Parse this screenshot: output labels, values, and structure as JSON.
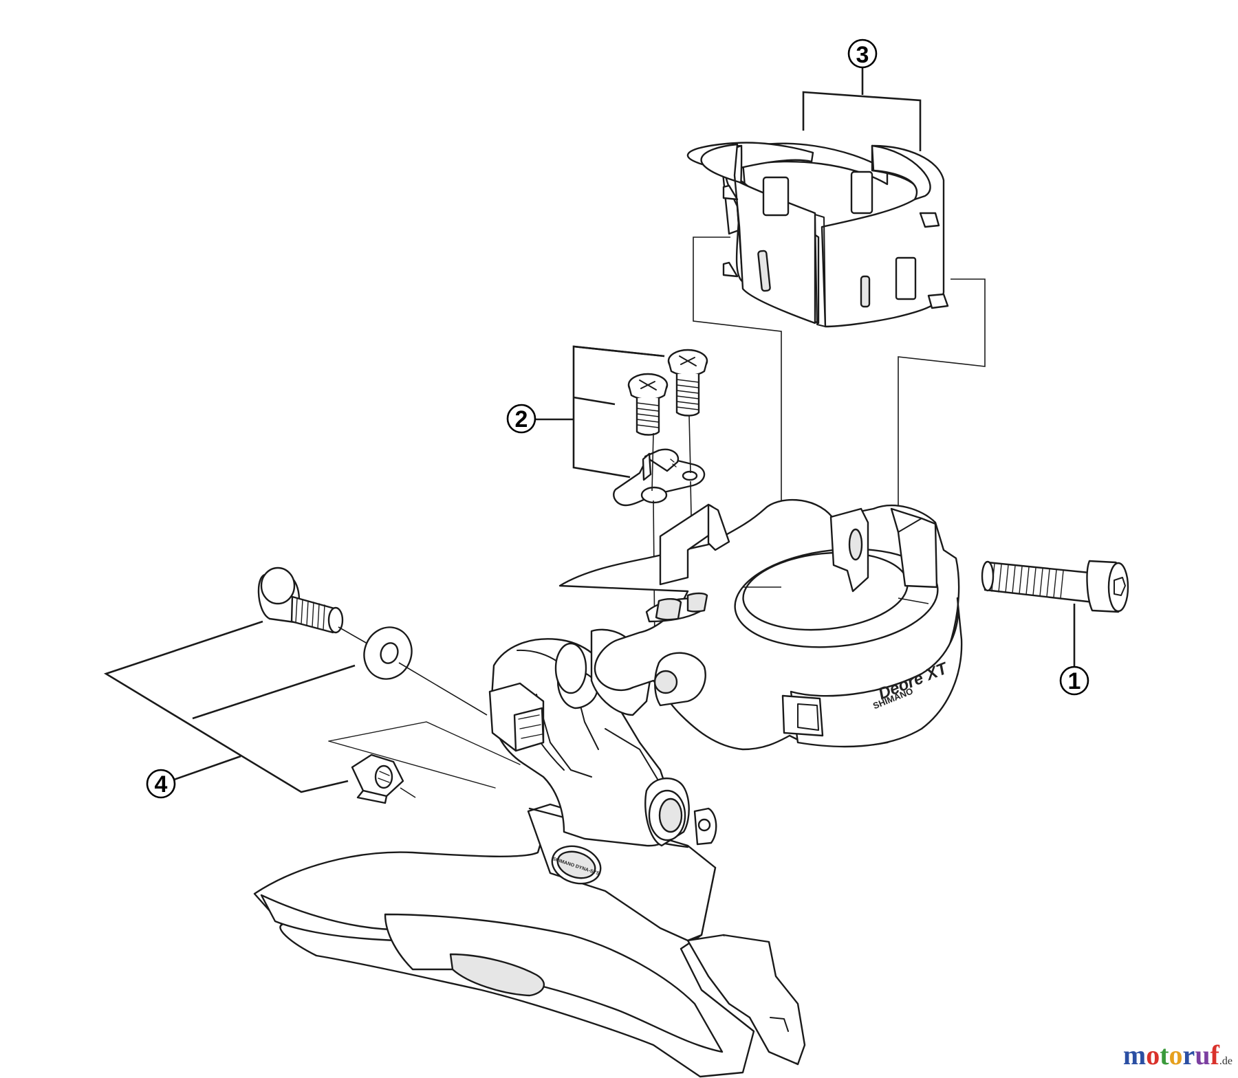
{
  "callouts": [
    {
      "id": "1",
      "label": "1"
    },
    {
      "id": "2",
      "label": "2"
    },
    {
      "id": "3",
      "label": "3"
    },
    {
      "id": "4",
      "label": "4"
    }
  ],
  "product_marking": {
    "brand": "SHIMANO",
    "model": "Deore XT",
    "emblem": "SHIMANO DYNA-SYS"
  },
  "watermark": {
    "text": "motoruf",
    "tld": ".de",
    "colors": [
      "#2b4fa3",
      "#d9322b",
      "#3a9a3a",
      "#e6a01e",
      "#2b4fa3",
      "#7b3fa0",
      "#d9322b"
    ]
  }
}
